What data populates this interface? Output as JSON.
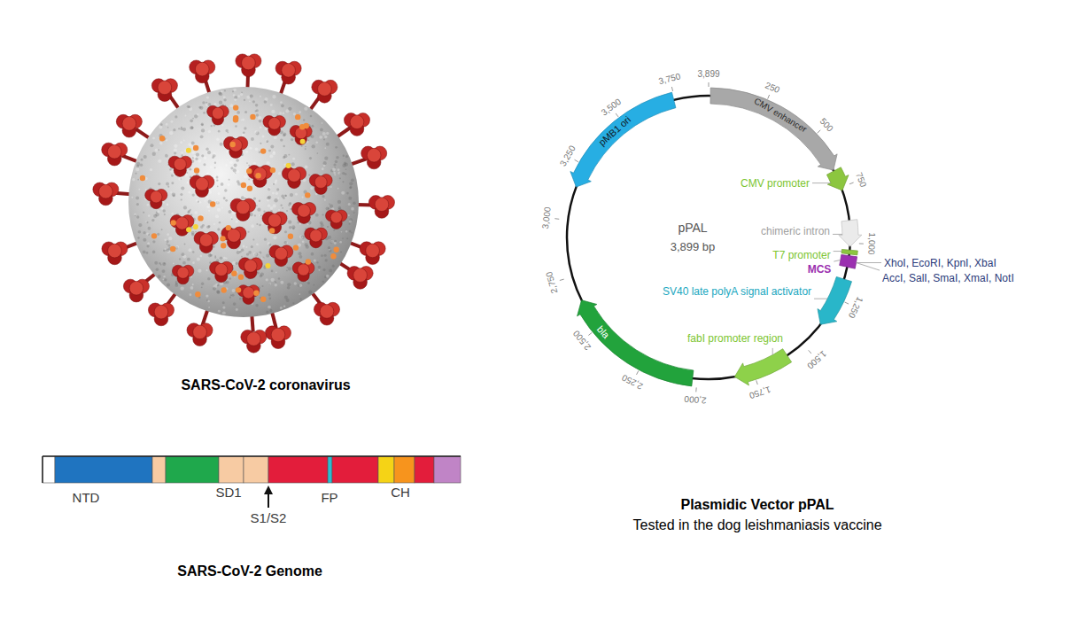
{
  "diagram": {
    "nodes": [
      {
        "text": [
          "CMV enhancer"
        ]
      },
      {
        "text": [
          "pMB1 ori"
        ]
      },
      {
        "text": [
          "bla"
        ]
      }
    ],
    "labels": [
      "SARS-CoV-2 coronavirus",
      "NTD",
      "SD1",
      "S1/S2",
      "FP",
      "CH",
      "SARS-CoV-2 Genome",
      "3,750",
      "3,899",
      "250",
      "500",
      "750",
      "1,000",
      "1,250",
      "1,500",
      "1,750",
      "2,000",
      "2,250",
      "2,500",
      "2,750",
      "3,000",
      "3,250",
      "3,500",
      "pPAL",
      "3,899 bp",
      "CMV promoter",
      "chimeric intron",
      "T7 promoter",
      "MCS",
      "XhoI, EcoRI, KpnI, XbaI",
      "AccI, SalI, SmaI, XmaI, NotI",
      "SV40 late polyA signal activator",
      "fabI promoter region",
      "Plasmidic Vector pPAL",
      "Tested in the dog leishmaniasis vaccine"
    ]
  }
}
